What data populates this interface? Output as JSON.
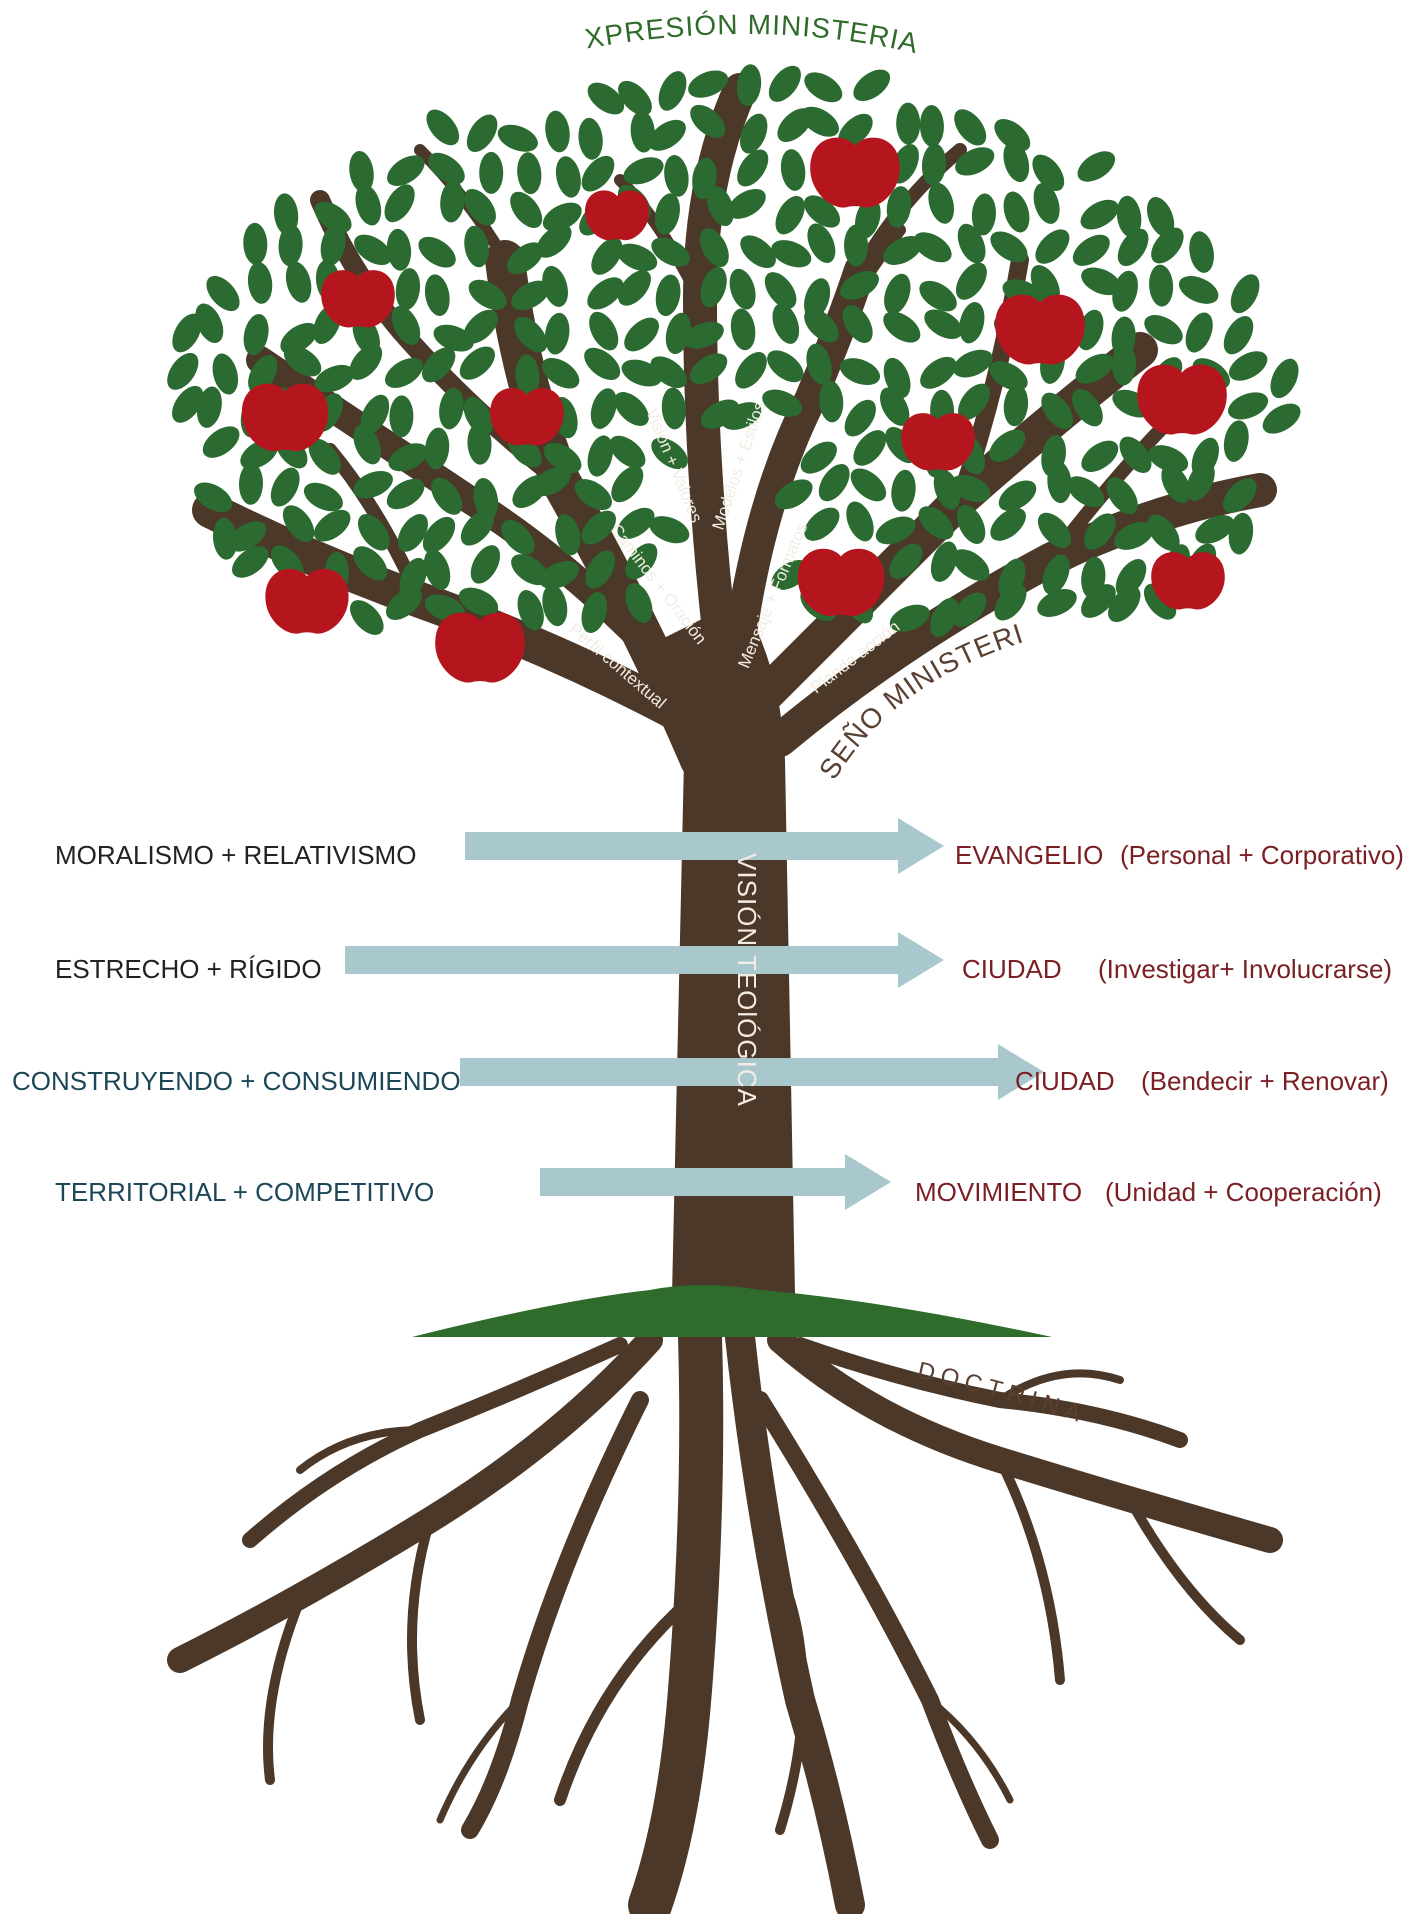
{
  "colors": {
    "trunk": "#4b3828",
    "leaf": "#2b6a30",
    "apple": "#b5161e",
    "grass": "#2f6b2a",
    "arrow": "#a9c8cd",
    "heading_green": "#2f6b2a",
    "heading_brown": "#5a4032",
    "label_dark": "#222222",
    "label_blue": "#1d4758",
    "label_red": "#7a1f24",
    "branch_text": "#f2ece4"
  },
  "headings": {
    "expresion": "EXPRESIÓN MINISTERIAL",
    "diseno": "DISEÑO MINISTERIAL",
    "doctrina": "DOCTRINA",
    "vision_teologica": "VISIÓN TEOlÓGICA"
  },
  "branch_labels": [
    "Visión + Valores",
    "Modelos + Estilos",
    "Caminos + Oración",
    "Mensaje + Formatos",
    "Perfil contextual",
    "Plande acción"
  ],
  "rows": [
    {
      "left": "MORALISMO + RELATIVISMO",
      "right_key": "EVANGELIO",
      "right_detail": "(Personal + Corporativo)"
    },
    {
      "left": "ESTRECHO + RÍGIDO",
      "right_key": "CIUDAD",
      "right_detail": "(Investigar+ Involucrarse)"
    },
    {
      "left": "CONSTRUYENDO + CONSUMIENDO",
      "right_key": "CIUDAD",
      "right_detail": "(Bendecir + Renovar)"
    },
    {
      "left": "TERRITORIAL + COMPETITIVO",
      "right_key": "MOVIMIENTO",
      "right_detail": "(Unidad + Cooperación)"
    }
  ]
}
